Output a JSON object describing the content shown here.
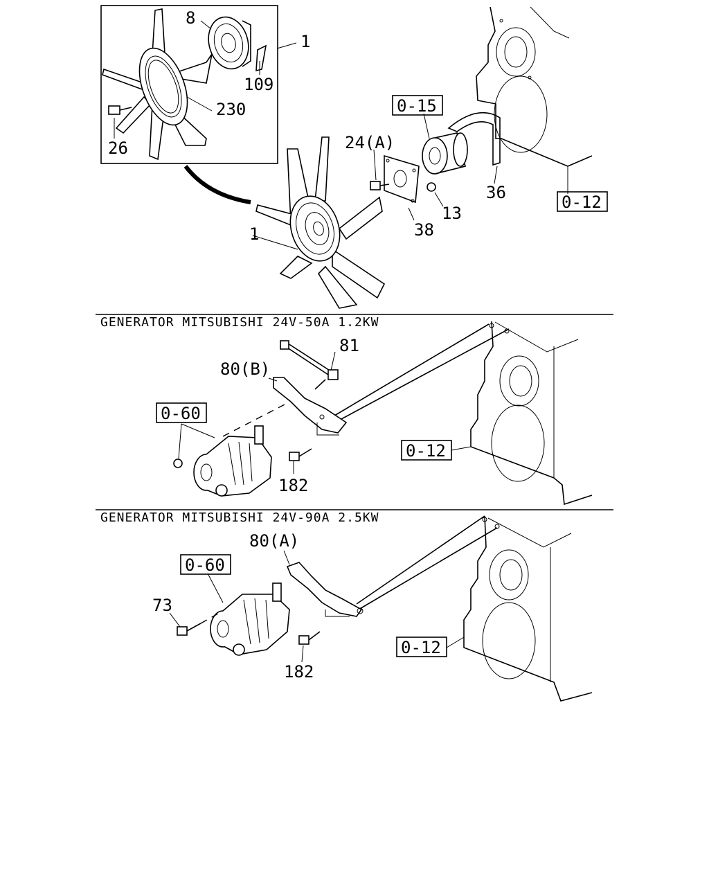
{
  "sections": [
    {
      "caption": ""
    },
    {
      "caption": "GENERATOR MITSUBISHI 24V-50A 1.2KW"
    },
    {
      "caption": "GENERATOR MITSUBISHI 24V-90A 2.5KW"
    }
  ],
  "callouts": {
    "s1_8": "8",
    "s1_1_inset": "1",
    "s1_109": "109",
    "s1_230": "230",
    "s1_26": "26",
    "s1_24a": "24(A)",
    "s1_1": "1",
    "s1_38": "38",
    "s1_13": "13",
    "s1_36": "36",
    "s2_81": "81",
    "s2_80b": "80(B)",
    "s2_182": "182",
    "s3_80a": "80(A)",
    "s3_73": "73",
    "s3_182": "182"
  },
  "refs": {
    "s1_015": "0-15",
    "s1_012": "0-12",
    "s2_060": "0-60",
    "s2_012": "0-12",
    "s3_060": "0-60",
    "s3_012": "0-12"
  }
}
